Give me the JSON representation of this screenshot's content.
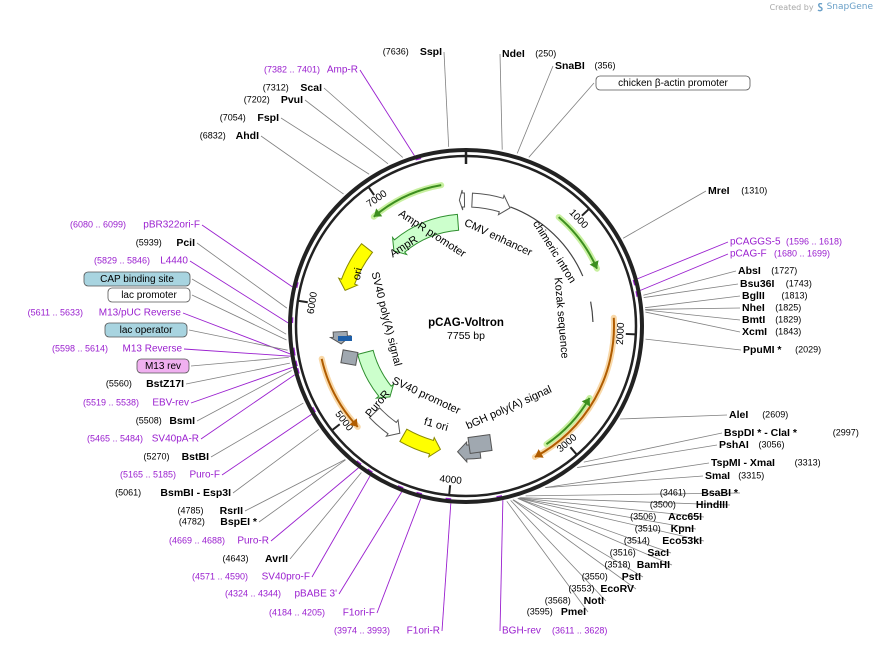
{
  "credit": {
    "prefix": "Created by",
    "brand": "SnapGene",
    "icon": "snapgene-logo-icon"
  },
  "plasmid": {
    "name": "pCAG-Voltron",
    "length_label": "7755 bp",
    "length": 7755
  },
  "colors": {
    "backbone": "#222222",
    "enzyme_text": "#000000",
    "primer_text": "#9a1fcf",
    "feature_green_fill": "#ccffcc",
    "feature_green_stroke": "#2f8f2f",
    "feature_yellow": "#ffff00",
    "feature_white": "#ffffff",
    "feature_gray": "#a0a8b0",
    "feature_orange": "#f0b060",
    "feature_box_blue": "#a8d4e0",
    "feature_box_purple": "#f0b0f0",
    "leader_line": "#808080",
    "primer_line": "#9a1fcf",
    "orf_green": "#3d8f1f",
    "orf_brown": "#b05c00",
    "orf_glow_green": "#c8f0a0",
    "orf_glow_orange": "#f8d8a8"
  },
  "ticks": [
    {
      "pos": 1000,
      "text": "1000"
    },
    {
      "pos": 2000,
      "text": "2000"
    },
    {
      "pos": 3000,
      "text": "3000"
    },
    {
      "pos": 4000,
      "text": "4000"
    },
    {
      "pos": 5000,
      "text": "5000"
    },
    {
      "pos": 6000,
      "text": "6000"
    },
    {
      "pos": 7000,
      "text": "7000"
    }
  ],
  "sites": [
    {
      "name": "SspI",
      "pos_text": "(7636)",
      "pos": 7636,
      "kind": "enzyme"
    },
    {
      "name": "NdeI",
      "pos_text": "(250)",
      "pos": 250,
      "kind": "enzyme"
    },
    {
      "name": "SnaBI",
      "pos_text": "(356)",
      "pos": 356,
      "kind": "enzyme"
    },
    {
      "name": "chicken β-actin promoter",
      "pos_text": "",
      "pos": 440,
      "kind": "featurebox"
    },
    {
      "name": "Amp-R",
      "pos_text": "(7382 .. 7401)",
      "pos": 7392,
      "kind": "primer"
    },
    {
      "name": "ScaI",
      "pos_text": "(7312)",
      "pos": 7312,
      "kind": "enzyme"
    },
    {
      "name": "PvuI",
      "pos_text": "(7202)",
      "pos": 7202,
      "kind": "enzyme"
    },
    {
      "name": "FspI",
      "pos_text": "(7054)",
      "pos": 7054,
      "kind": "enzyme"
    },
    {
      "name": "AhdI",
      "pos_text": "(6832)",
      "pos": 6832,
      "kind": "enzyme"
    },
    {
      "name": "MreI",
      "pos_text": "(1310)",
      "pos": 1310,
      "kind": "enzyme"
    },
    {
      "name": "pCAGGS-5",
      "pos_text": "(1596 .. 1618)",
      "pos": 1607,
      "kind": "primer"
    },
    {
      "name": "pCAG-F",
      "pos_text": "(1680 .. 1699)",
      "pos": 1690,
      "kind": "primer"
    },
    {
      "name": "AbsI",
      "pos_text": "(1727)",
      "pos": 1727,
      "kind": "enzyme"
    },
    {
      "name": "Bsu36I",
      "pos_text": "(1743)",
      "pos": 1743,
      "kind": "enzyme"
    },
    {
      "name": "BglII",
      "pos_text": "(1813)",
      "pos": 1813,
      "kind": "enzyme"
    },
    {
      "name": "NheI",
      "pos_text": "(1825)",
      "pos": 1825,
      "kind": "enzyme"
    },
    {
      "name": "BmtI",
      "pos_text": "(1829)",
      "pos": 1829,
      "kind": "enzyme"
    },
    {
      "name": "XcmI",
      "pos_text": "(1843)",
      "pos": 1843,
      "kind": "enzyme"
    },
    {
      "name": "PpuMI *",
      "pos_text": "(2029)",
      "pos": 2029,
      "kind": "enzyme"
    },
    {
      "name": "pBR322ori-F",
      "pos_text": "(6080 .. 6099)",
      "pos": 6090,
      "kind": "primer"
    },
    {
      "name": "PciI",
      "pos_text": "(5939)",
      "pos": 5939,
      "kind": "enzyme"
    },
    {
      "name": "L4440",
      "pos_text": "(5829 .. 5846)",
      "pos": 5838,
      "kind": "primer"
    },
    {
      "name": "CAP binding site",
      "pos_text": "",
      "pos": 5760,
      "kind": "featurebox"
    },
    {
      "name": "lac promoter",
      "pos_text": "",
      "pos": 5720,
      "kind": "featurebox_white"
    },
    {
      "name": "M13/pUC Reverse",
      "pos_text": "(5611 .. 5633)",
      "pos": 5622,
      "kind": "primer"
    },
    {
      "name": "lac operator",
      "pos_text": "",
      "pos": 5650,
      "kind": "featurebox"
    },
    {
      "name": "M13 Reverse",
      "pos_text": "(5598 .. 5614)",
      "pos": 5606,
      "kind": "primer"
    },
    {
      "name": "M13 rev",
      "pos_text": "",
      "pos": 5600,
      "kind": "featurebox_purple"
    },
    {
      "name": "BstZ17I",
      "pos_text": "(5560)",
      "pos": 5560,
      "kind": "enzyme"
    },
    {
      "name": "EBV-rev",
      "pos_text": "(5519 .. 5538)",
      "pos": 5528,
      "kind": "primer"
    },
    {
      "name": "BsmI",
      "pos_text": "(5508)",
      "pos": 5508,
      "kind": "enzyme"
    },
    {
      "name": "SV40pA-R",
      "pos_text": "(5465 .. 5484)",
      "pos": 5474,
      "kind": "primer"
    },
    {
      "name": "BstBI",
      "pos_text": "(5270)",
      "pos": 5270,
      "kind": "enzyme"
    },
    {
      "name": "Puro-F",
      "pos_text": "(5165 .. 5185)",
      "pos": 5175,
      "kind": "primer"
    },
    {
      "name": "BsmBI - Esp3I",
      "pos_text": "(5061)",
      "pos": 5061,
      "kind": "enzyme"
    },
    {
      "name": "RsrII",
      "pos_text": "(4785)",
      "pos": 4785,
      "kind": "enzyme"
    },
    {
      "name": "BspEI *",
      "pos_text": "(4782)",
      "pos": 4782,
      "kind": "enzyme"
    },
    {
      "name": "Puro-R",
      "pos_text": "(4669 .. 4688)",
      "pos": 4678,
      "kind": "primer"
    },
    {
      "name": "AvrII",
      "pos_text": "(4643)",
      "pos": 4643,
      "kind": "enzyme"
    },
    {
      "name": "SV40pro-F",
      "pos_text": "(4571 .. 4590)",
      "pos": 4580,
      "kind": "primer"
    },
    {
      "name": "pBABE 3'",
      "pos_text": "(4324 .. 4344)",
      "pos": 4334,
      "kind": "primer"
    },
    {
      "name": "F1ori-F",
      "pos_text": "(4184 .. 4205)",
      "pos": 4194,
      "kind": "primer"
    },
    {
      "name": "F1ori-R",
      "pos_text": "(3974 .. 3993)",
      "pos": 3983,
      "kind": "primer"
    },
    {
      "name": "BGH-rev",
      "pos_text": "(3611 .. 3628)",
      "pos": 3620,
      "kind": "primer"
    },
    {
      "name": "PmeI",
      "pos_text": "(3595)",
      "pos": 3595,
      "kind": "enzyme"
    },
    {
      "name": "NotI",
      "pos_text": "(3568)",
      "pos": 3568,
      "kind": "enzyme"
    },
    {
      "name": "EcoRV",
      "pos_text": "(3553)",
      "pos": 3553,
      "kind": "enzyme"
    },
    {
      "name": "PstI",
      "pos_text": "(3550)",
      "pos": 3550,
      "kind": "enzyme"
    },
    {
      "name": "BamHI",
      "pos_text": "(3518)",
      "pos": 3518,
      "kind": "enzyme"
    },
    {
      "name": "SacI",
      "pos_text": "(3516)",
      "pos": 3516,
      "kind": "enzyme"
    },
    {
      "name": "Eco53kI",
      "pos_text": "(3514)",
      "pos": 3514,
      "kind": "enzyme"
    },
    {
      "name": "KpnI",
      "pos_text": "(3510)",
      "pos": 3510,
      "kind": "enzyme"
    },
    {
      "name": "Acc65I",
      "pos_text": "(3506)",
      "pos": 3506,
      "kind": "enzyme"
    },
    {
      "name": "HindIII",
      "pos_text": "(3500)",
      "pos": 3500,
      "kind": "enzyme"
    },
    {
      "name": "BsaBI *",
      "pos_text": "(3461)",
      "pos": 3461,
      "kind": "enzyme"
    },
    {
      "name": "SmaI",
      "pos_text": "(3315)",
      "pos": 3315,
      "kind": "enzyme"
    },
    {
      "name": "TspMI - XmaI",
      "pos_text": "(3313)",
      "pos": 3313,
      "kind": "enzyme"
    },
    {
      "name": "PshAI",
      "pos_text": "(3056)",
      "pos": 3056,
      "kind": "enzyme"
    },
    {
      "name": "BspDI * - ClaI *",
      "pos_text": "(2997)",
      "pos": 2997,
      "kind": "enzyme"
    },
    {
      "name": "AleI",
      "pos_text": "(2609)",
      "pos": 2609,
      "kind": "enzyme"
    }
  ],
  "features": [
    {
      "name": "CMV enhancer",
      "start": 60,
      "end": 440,
      "color": "white",
      "ring": "r1",
      "dir": 1
    },
    {
      "name": "chimeric intron",
      "start": 440,
      "end": 1440,
      "color": "white_line",
      "ring": "r1",
      "dir": 1
    },
    {
      "name": "Kozak sequence",
      "start": 1700,
      "end": 1900,
      "color": "line",
      "ring": "r1",
      "dir": 1
    },
    {
      "name": "AmpR promoter",
      "start": 7690,
      "end": 7740,
      "color": "white",
      "ring": "r1",
      "dir": -1
    },
    {
      "name": "AmpR",
      "start": 6810,
      "end": 7660,
      "color": "green",
      "ring": "r2",
      "dir": -1
    },
    {
      "name": "ori",
      "start": 6170,
      "end": 6640,
      "color": "yellow",
      "ring": "r1",
      "dir": -1
    },
    {
      "name": "SV40 poly(A) signal",
      "start": 5640,
      "end": 5760,
      "color": "gray",
      "ring": "r1",
      "dir": -1
    },
    {
      "name": "SV40 promoter",
      "start": 4560,
      "end": 4880,
      "color": "white",
      "ring": "r1",
      "dir": -1
    },
    {
      "name": "PuroR",
      "start": 4890,
      "end": 5500,
      "color": "green",
      "ring": "r2",
      "dir": -1
    },
    {
      "name": "f1 ori",
      "start": 4130,
      "end": 4520,
      "color": "yellow",
      "ring": "r1",
      "dir": -1
    },
    {
      "name": "bGH poly(A) signal",
      "start": 3740,
      "end": 3960,
      "color": "gray",
      "ring": "r1",
      "dir": 1
    }
  ],
  "feature_labels": [
    {
      "text": "CMV enhancer"
    },
    {
      "text": "chimeric intron"
    },
    {
      "text": "Kozak sequence"
    },
    {
      "text": "AmpR promoter"
    },
    {
      "text": "AmpR"
    },
    {
      "text": "ori"
    },
    {
      "text": "SV40 poly(A) signal"
    },
    {
      "text": "SV40 promoter"
    },
    {
      "text": "PuroR"
    },
    {
      "text": "f1 ori"
    },
    {
      "text": "bGH poly(A) signal"
    }
  ],
  "orfs": [
    {
      "start": 6890,
      "end": 7540,
      "color": "green",
      "dir": -1
    },
    {
      "start": 870,
      "end": 1430,
      "color": "green",
      "dir": 1
    },
    {
      "start": 1870,
      "end": 3280,
      "color": "orange",
      "dir": 1
    },
    {
      "start": 2590,
      "end": 3140,
      "color": "green",
      "dir": -1
    },
    {
      "start": 4890,
      "end": 5540,
      "color": "orange",
      "dir": -1
    }
  ]
}
